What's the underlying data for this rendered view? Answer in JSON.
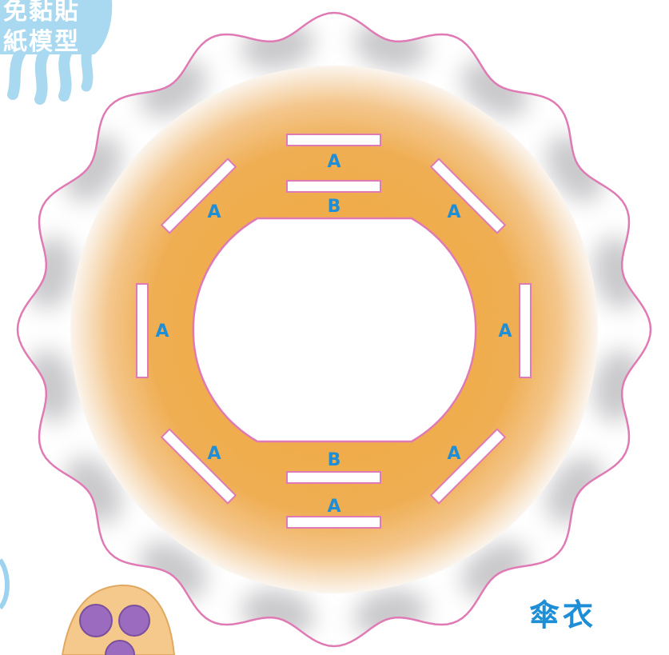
{
  "badge": {
    "line1": "免黏貼",
    "line2": "紙模型"
  },
  "title": "傘衣",
  "slot_labels": {
    "top_outer": "A",
    "top_inner": "B",
    "upper_left": "A",
    "upper_right": "A",
    "left": "A",
    "right": "A",
    "lower_left": "A",
    "lower_right": "A",
    "bottom_inner": "B",
    "bottom_outer": "A"
  },
  "colors": {
    "outline": "#e07ab4",
    "label": "#1e8fd6",
    "orange": "#f0ac48",
    "badge": "#a9d9f1",
    "cloud_shadow": "#c9c9cc"
  }
}
